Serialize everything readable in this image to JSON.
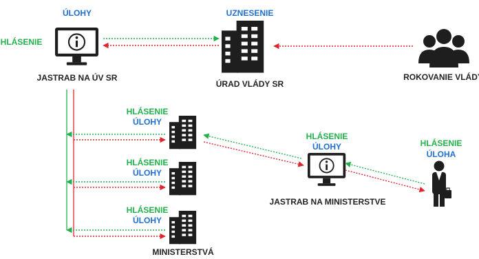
{
  "labels": {
    "ulohy_top": "ÚLOHY",
    "hlasenie_left": "HLÁSENIE",
    "jastrab_uv": "JASTRAB NA ÚV SR",
    "uznesenie": "UZNESENIE",
    "urad_vlady": "ÚRAD VLÁDY SR",
    "rokovanie": "ROKOVANIE VLÁDY",
    "min1_hlasenie": "HLÁSENIE",
    "min1_ulohy": "ÚLOHY",
    "min2_hlasenie": "HLÁSENIE",
    "min2_ulohy": "ÚLOHY",
    "min3_hlasenie": "HLÁSENIE",
    "min3_ulohy": "ÚLOHY",
    "ministerstva": "MINISTERSTVÁ",
    "jm_hlasenie": "HLÁSENIE",
    "jm_ulohy": "ÚLOHY",
    "jastrab_min": "JASTRAB NA MINISTERSTVE",
    "person_hlasenie": "HLÁSENIE",
    "person_uloha": "ÚLOHA"
  },
  "icons": {
    "monitor": "monitor-info-icon",
    "building": "office-building-icon",
    "group": "people-group-icon",
    "person": "businessman-icon"
  },
  "colors": {
    "blue": "#1f6fd1",
    "green": "#22b14c",
    "red": "#e0242b",
    "dark": "#222222"
  }
}
